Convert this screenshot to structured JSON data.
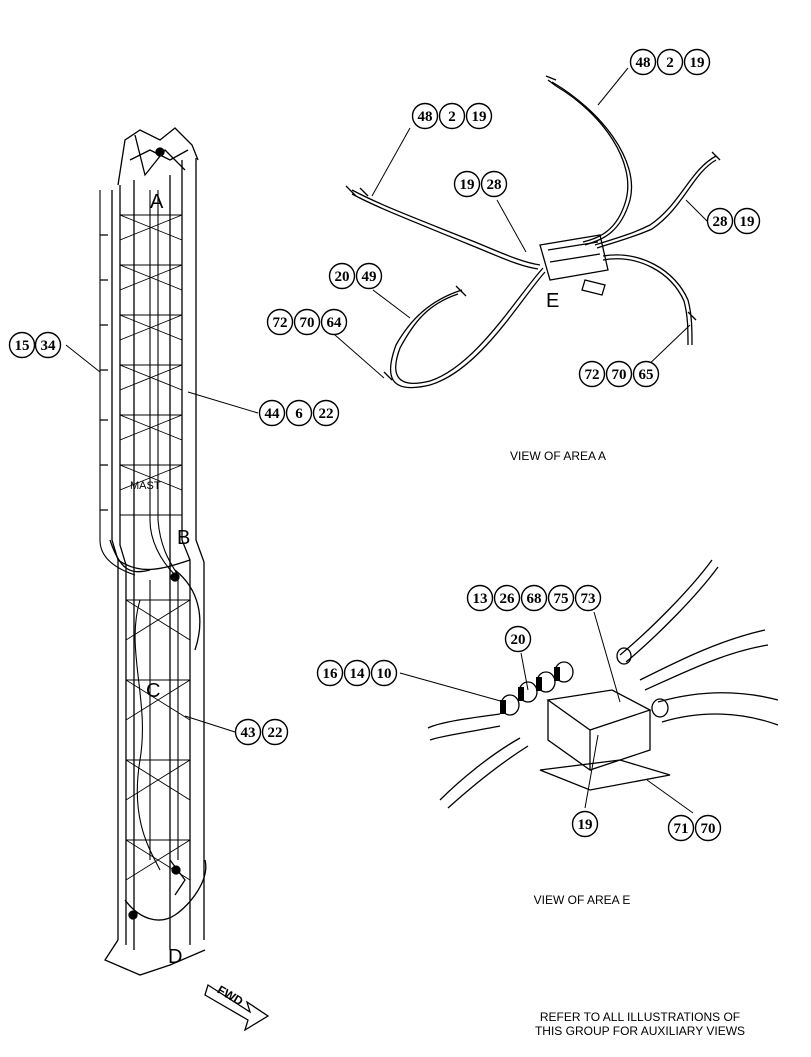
{
  "mast_label": "MAST",
  "letters": {
    "a": "A",
    "b": "B",
    "c": "C",
    "d": "D",
    "e": "E"
  },
  "fwd": "FWD",
  "callouts": {
    "c_15_34": [
      "15",
      "34"
    ],
    "c_44_6_22": [
      "44",
      "6",
      "22"
    ],
    "c_43_22": [
      "43",
      "22"
    ],
    "c_48_2_19_left": [
      "48",
      "2",
      "19"
    ],
    "c_48_2_19_right": [
      "48",
      "2",
      "19"
    ],
    "c_19_28": [
      "19",
      "28"
    ],
    "c_28_19": [
      "28",
      "19"
    ],
    "c_20_49": [
      "20",
      "49"
    ],
    "c_72_70_64": [
      "72",
      "70",
      "64"
    ],
    "c_72_70_65": [
      "72",
      "70",
      "65"
    ],
    "c_13_26_68_75_73": [
      "13",
      "26",
      "68",
      "75",
      "73"
    ],
    "c_20": [
      "20"
    ],
    "c_16_14_10": [
      "16",
      "14",
      "10"
    ],
    "c_19": [
      "19"
    ],
    "c_71_70": [
      "71",
      "70"
    ]
  },
  "captions": {
    "view_a": "VIEW OF AREA A",
    "view_e": "VIEW OF AREA E",
    "refer_line1": "REFER TO ALL ILLUSTRATIONS OF",
    "refer_line2": "THIS GROUP FOR AUXILIARY VIEWS"
  }
}
